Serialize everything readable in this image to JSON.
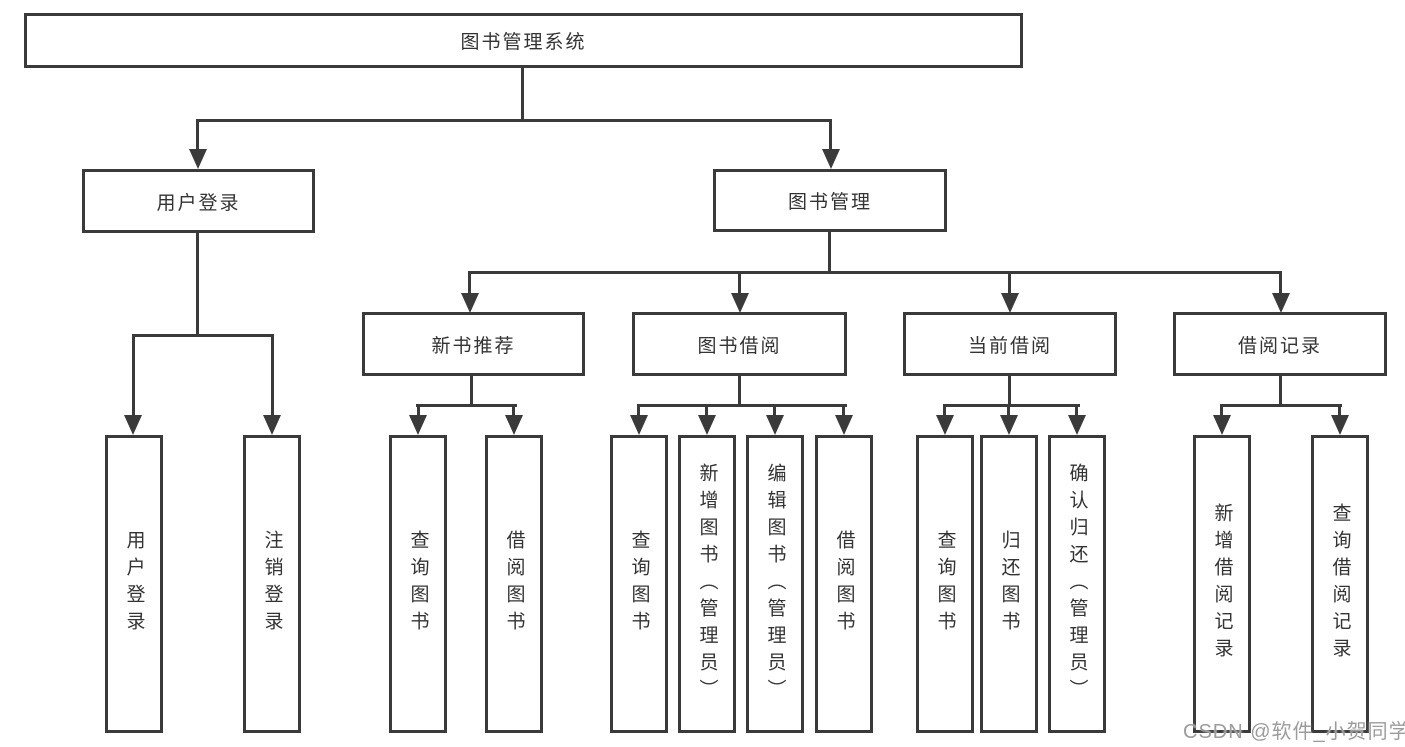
{
  "colors": {
    "line": "#3a3a3a",
    "text": "#333333",
    "background": "#ffffff",
    "watermark": "#9c9c9c"
  },
  "nodes": {
    "root": "图书管理系统",
    "user_login": "用户登录",
    "book_mgmt": "图书管理",
    "new_book": "新书推荐",
    "borrow": "图书借阅",
    "current": "当前借阅",
    "record": "借阅记录",
    "leaf_user_login": "用户登录",
    "leaf_logout": "注销登录",
    "leaf_nb_query": "查询图书",
    "leaf_nb_borrow": "借阅图书",
    "leaf_bb_query": "查询图书",
    "leaf_bb_add": "新增图书（管理员）",
    "leaf_bb_edit": "编辑图书（管理员）",
    "leaf_bb_borrow": "借阅图书",
    "leaf_cb_query": "查询图书",
    "leaf_cb_return": "归还图书",
    "leaf_cb_confirm": "确认归还（管理员）",
    "leaf_rec_add": "新增借阅记录",
    "leaf_rec_query": "查询借阅记录"
  },
  "watermark": "CSDN @软件_小贺同学"
}
